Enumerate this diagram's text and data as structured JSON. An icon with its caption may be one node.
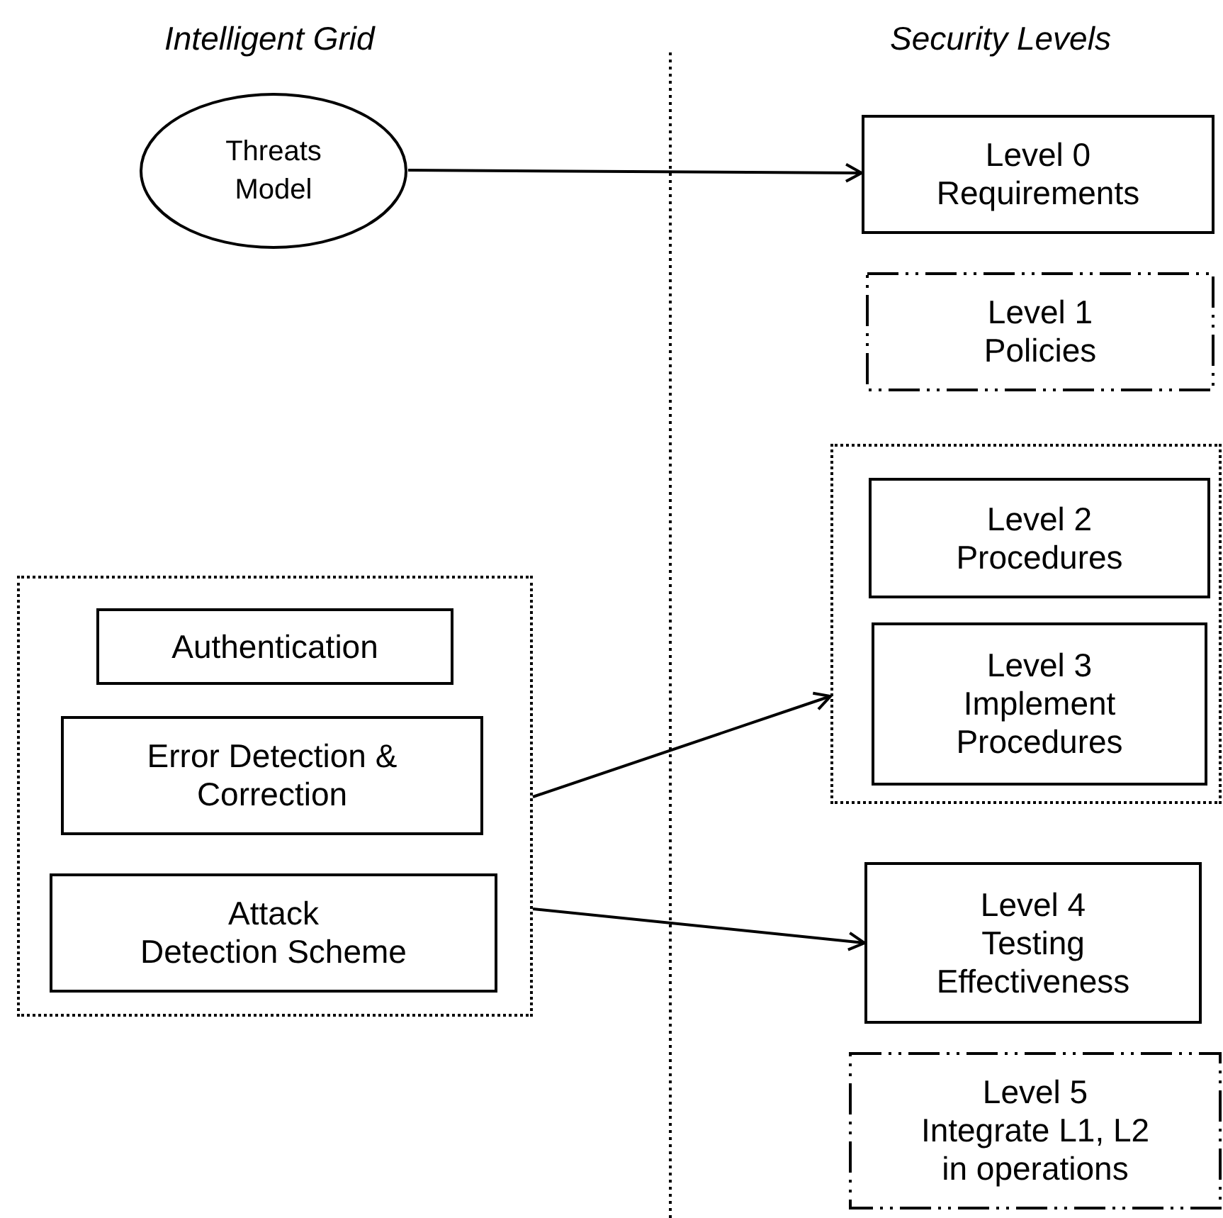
{
  "diagram": {
    "nodes": [
      {
        "text": [
          "Threats Model"
        ]
      },
      {
        "text": [
          "Level 0",
          "Requirements"
        ]
      },
      {
        "text": [
          "Level 1",
          "Policies"
        ]
      },
      {
        "text": [],
        "shape": "box"
      },
      {
        "text": [
          "Authentication"
        ],
        "in": 3
      },
      {
        "text": [
          "Error Detection & Correction"
        ],
        "in": 3
      },
      {
        "text": [
          "Attack",
          "Detection Scheme"
        ],
        "in": 3
      },
      {
        "text": [],
        "shape": "box"
      },
      {
        "text": [
          "Level 2",
          "Procedures"
        ],
        "in": 7
      },
      {
        "text": [
          "Level 3",
          "Implement Procedures"
        ],
        "in": 7
      },
      {
        "text": [
          "Level 4",
          "Testing Effectiveness"
        ]
      },
      {
        "text": [
          "Level 5",
          "Integrate L1, L2 in operations"
        ]
      }
    ],
    "edges": [
      {
        "from": 0,
        "to": 1,
        "arrow": "to"
      },
      {
        "from": 3,
        "to": 7,
        "arrow": "to"
      },
      {
        "from": 3,
        "to": 10,
        "arrow": "to"
      }
    ],
    "labels": [
      "Intelligent Grid",
      "Security Levels"
    ]
  }
}
